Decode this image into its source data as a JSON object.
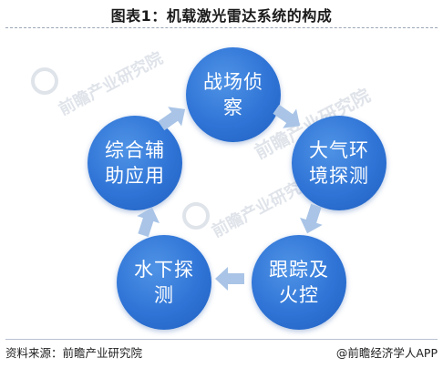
{
  "title": "图表1：机载激光雷达系统的构成",
  "nodes": [
    {
      "label": "战场侦察"
    },
    {
      "label": "大气环境探测"
    },
    {
      "label": "跟踪及火控"
    },
    {
      "label": "水下探测"
    },
    {
      "label": "综合辅助应用"
    }
  ],
  "watermarks": {
    "brand": "前瞻产业研究院"
  },
  "footer": {
    "source": "资料来源：前瞻产业研究院",
    "brand": "@前瞻经济学人APP"
  },
  "colors": {
    "node_fill": "#2f74d6",
    "arrow_fill": "#a9c4e6",
    "title_text": "#1a1a1a"
  }
}
